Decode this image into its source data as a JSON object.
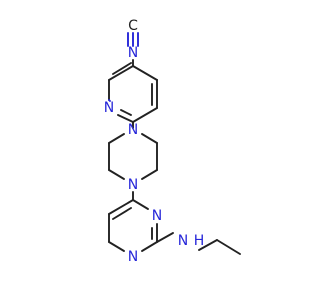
{
  "molecule": {
    "atoms": {
      "nitrile_c": "C",
      "nitrile_n": "N",
      "pyridine_n": "N",
      "piperazine_n_top": "N",
      "piperazine_n_bottom": "N",
      "pyrimidine_n_upper": "N",
      "pyrimidine_n_lower": "N",
      "amine_n": "N",
      "amine_h": "H"
    },
    "colors": {
      "carbon_bond": "#222222",
      "nitrogen": "#2626d9",
      "background": "#ffffff"
    }
  }
}
